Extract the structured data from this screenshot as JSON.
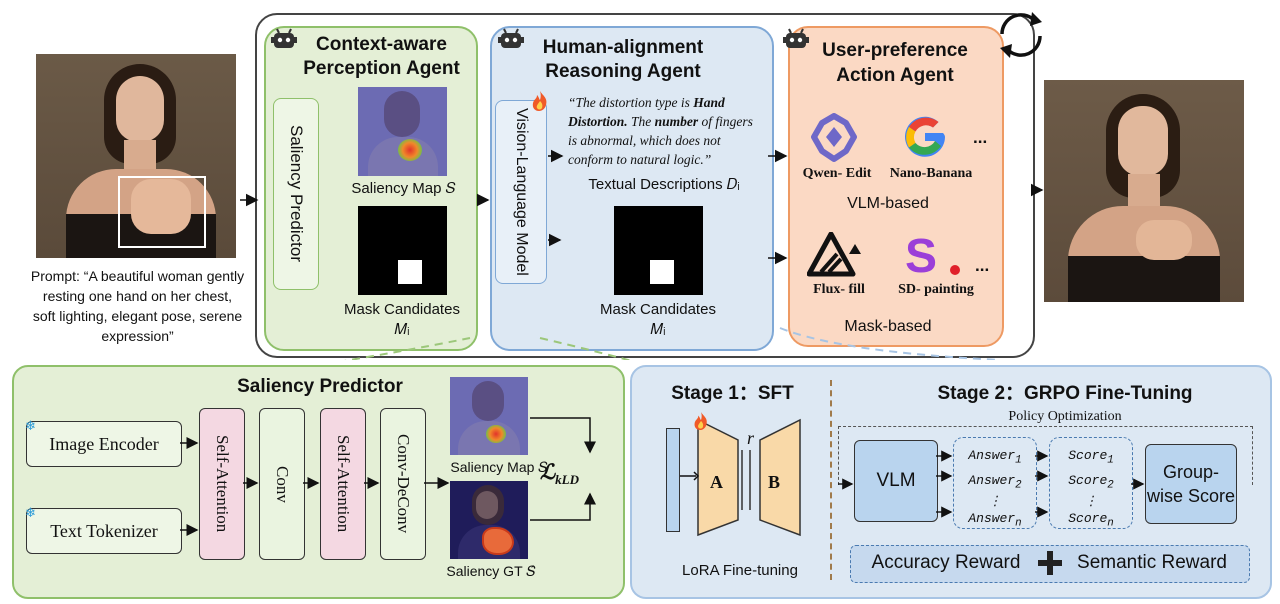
{
  "input_panel": {
    "prompt": "Prompt: “A beautiful woman gently resting one hand on her chest, soft lighting, elegant pose, serene expression”"
  },
  "agent_perception": {
    "title": "Context-aware Perception Agent",
    "module": "Saliency Predictor",
    "saliency_label": "Saliency Map 𝑆",
    "mask_label": "Mask Candidates 𝑀ᵢ"
  },
  "agent_reasoning": {
    "title": "Human-alignment Reasoning Agent",
    "module": "Vision-Language Model",
    "quote_parts": [
      "“The distortion type is ",
      "Hand Distortion.",
      " The ",
      "number",
      " of fingers is abnormal, which does not conform to natural logic.”"
    ],
    "text_label": "Textual Descriptions 𝐷ᵢ",
    "mask_label": "Mask Candidates 𝑀ᵢ"
  },
  "agent_action": {
    "title": "User-preference Action Agent",
    "vlm_tools": [
      "Qwen- Edit",
      "Nano-Banana"
    ],
    "vlm_group": "VLM-based",
    "mask_tools": [
      "Flux- fill",
      "SD- painting"
    ],
    "mask_group": "Mask-based",
    "more": "..."
  },
  "saliency_panel": {
    "title": "Saliency Predictor",
    "image_encoder": "Image Encoder",
    "text_tokenizer": "Text Tokenizer",
    "blocks": [
      "Self-Attention",
      "Conv",
      "Self-Attention",
      "Conv-DeConv"
    ],
    "saliency_map": "Saliency Map 𝑆",
    "saliency_gt": "Saliency GT 𝑆̂",
    "loss": "ℒ",
    "loss_sub": "kLD"
  },
  "training_panel": {
    "stage1_title": "Stage 1：SFT",
    "lora_a": "A",
    "lora_b": "B",
    "rank": "r",
    "lora_label": "LoRA Fine-tuning",
    "stage2_title": "Stage 2：GRPO Fine-Tuning",
    "policy_label": "Policy Optimization",
    "vlm": "VLM",
    "answer_word": "Answer",
    "answer_subs": [
      "1",
      "2",
      "n"
    ],
    "score_word": "Score",
    "score_subs": [
      "1",
      "2",
      "n"
    ],
    "vdots": "⋮",
    "groupwise": "Group-wise Score",
    "reward_accuracy": "Accuracy Reward",
    "reward_semantic": "Semantic Reward"
  },
  "colors": {
    "perception_bg": "#e4efd6",
    "perception_border": "#8fc06a",
    "reasoning_bg": "#dde8f3",
    "reasoning_border": "#7fa8d6",
    "action_bg": "#fbd9c4",
    "action_border": "#ee9a63",
    "attention_pink": "#f4d8e2",
    "conv_green": "#eaf4e0",
    "lora_orange": "#f9d9a8",
    "vlm_blue": "#b9d4ee"
  }
}
